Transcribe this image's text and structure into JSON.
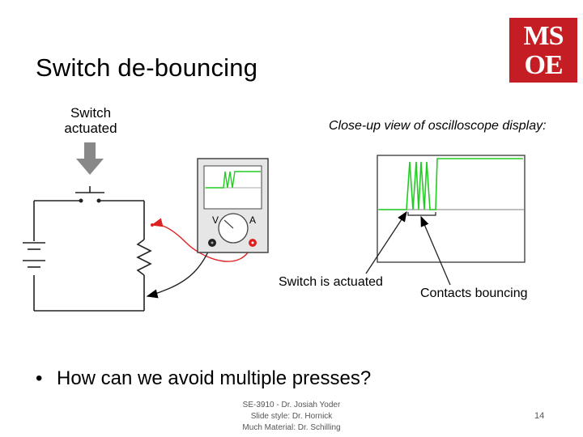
{
  "slide": {
    "title": "Switch de-bouncing",
    "logo_line1": "MS",
    "logo_line2": "OE",
    "bullet": "How can we avoid multiple presses?",
    "footer_line1": "SE-3910  - Dr. Josiah Yoder",
    "footer_line2": "Slide style: Dr. Hornick",
    "footer_line3": "Much Material: Dr. Schilling",
    "page_number": "14"
  },
  "figure": {
    "switch_label_line1": "Switch",
    "switch_label_line2": "actuated",
    "meter_v": "V",
    "meter_a": "A",
    "scope_caption": "Close-up view of oscilloscope display:",
    "switch_is_actuated": "Switch is actuated",
    "contacts_bouncing": "Contacts bouncing"
  },
  "colors": {
    "logo_red": "#c41e24",
    "trace_green": "#22cc22",
    "probe_red": "#dd2222"
  }
}
